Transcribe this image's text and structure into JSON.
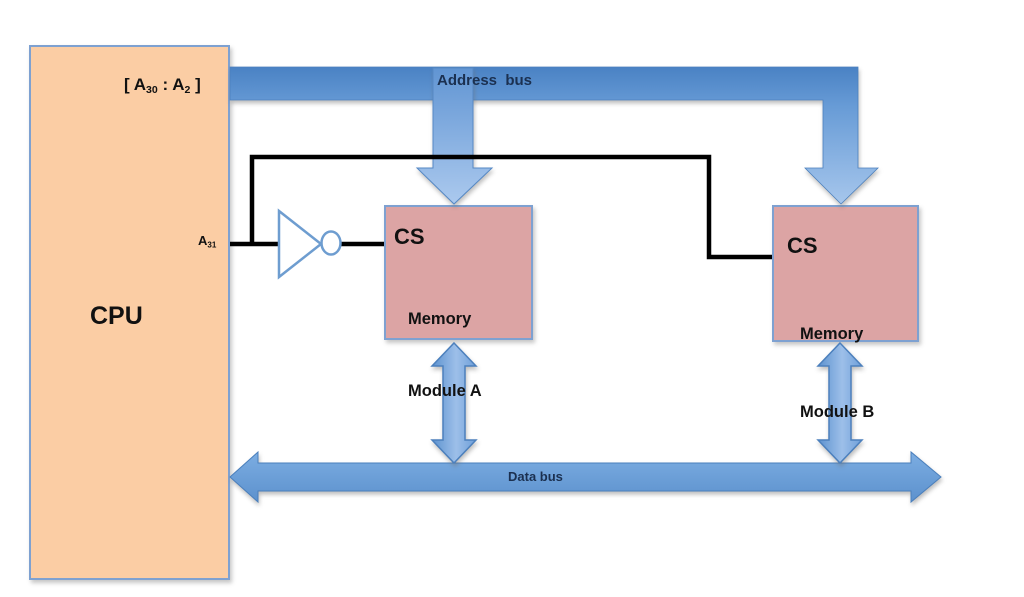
{
  "diagram_title": "CPU to memory modules bus diagram",
  "colors": {
    "cpu_fill": "#fbcda4",
    "module_fill": "#dca4a4",
    "box_border": "#7ea1d1",
    "bus_blue_dark": "#4a82c4",
    "bus_blue_light": "#a6c6ec",
    "wire_black": "#000000",
    "bus_label_navy": "#1b3050"
  },
  "cpu": {
    "name": "CPU",
    "address_pins": {
      "open": "[ A",
      "sub_high": "30",
      "separator": " : A",
      "sub_low": "2",
      "close": " ]"
    },
    "select_pin": {
      "base": "A",
      "sub": "31"
    }
  },
  "address_bus": {
    "label": "Address  bus"
  },
  "data_bus": {
    "label": "Data bus"
  },
  "module_a": {
    "cs_label": "CS",
    "name_line1": "Memory",
    "name_line2": "Module A"
  },
  "module_b": {
    "cs_label": "CS",
    "name_line1": "Memory",
    "name_line2": "Module B"
  }
}
